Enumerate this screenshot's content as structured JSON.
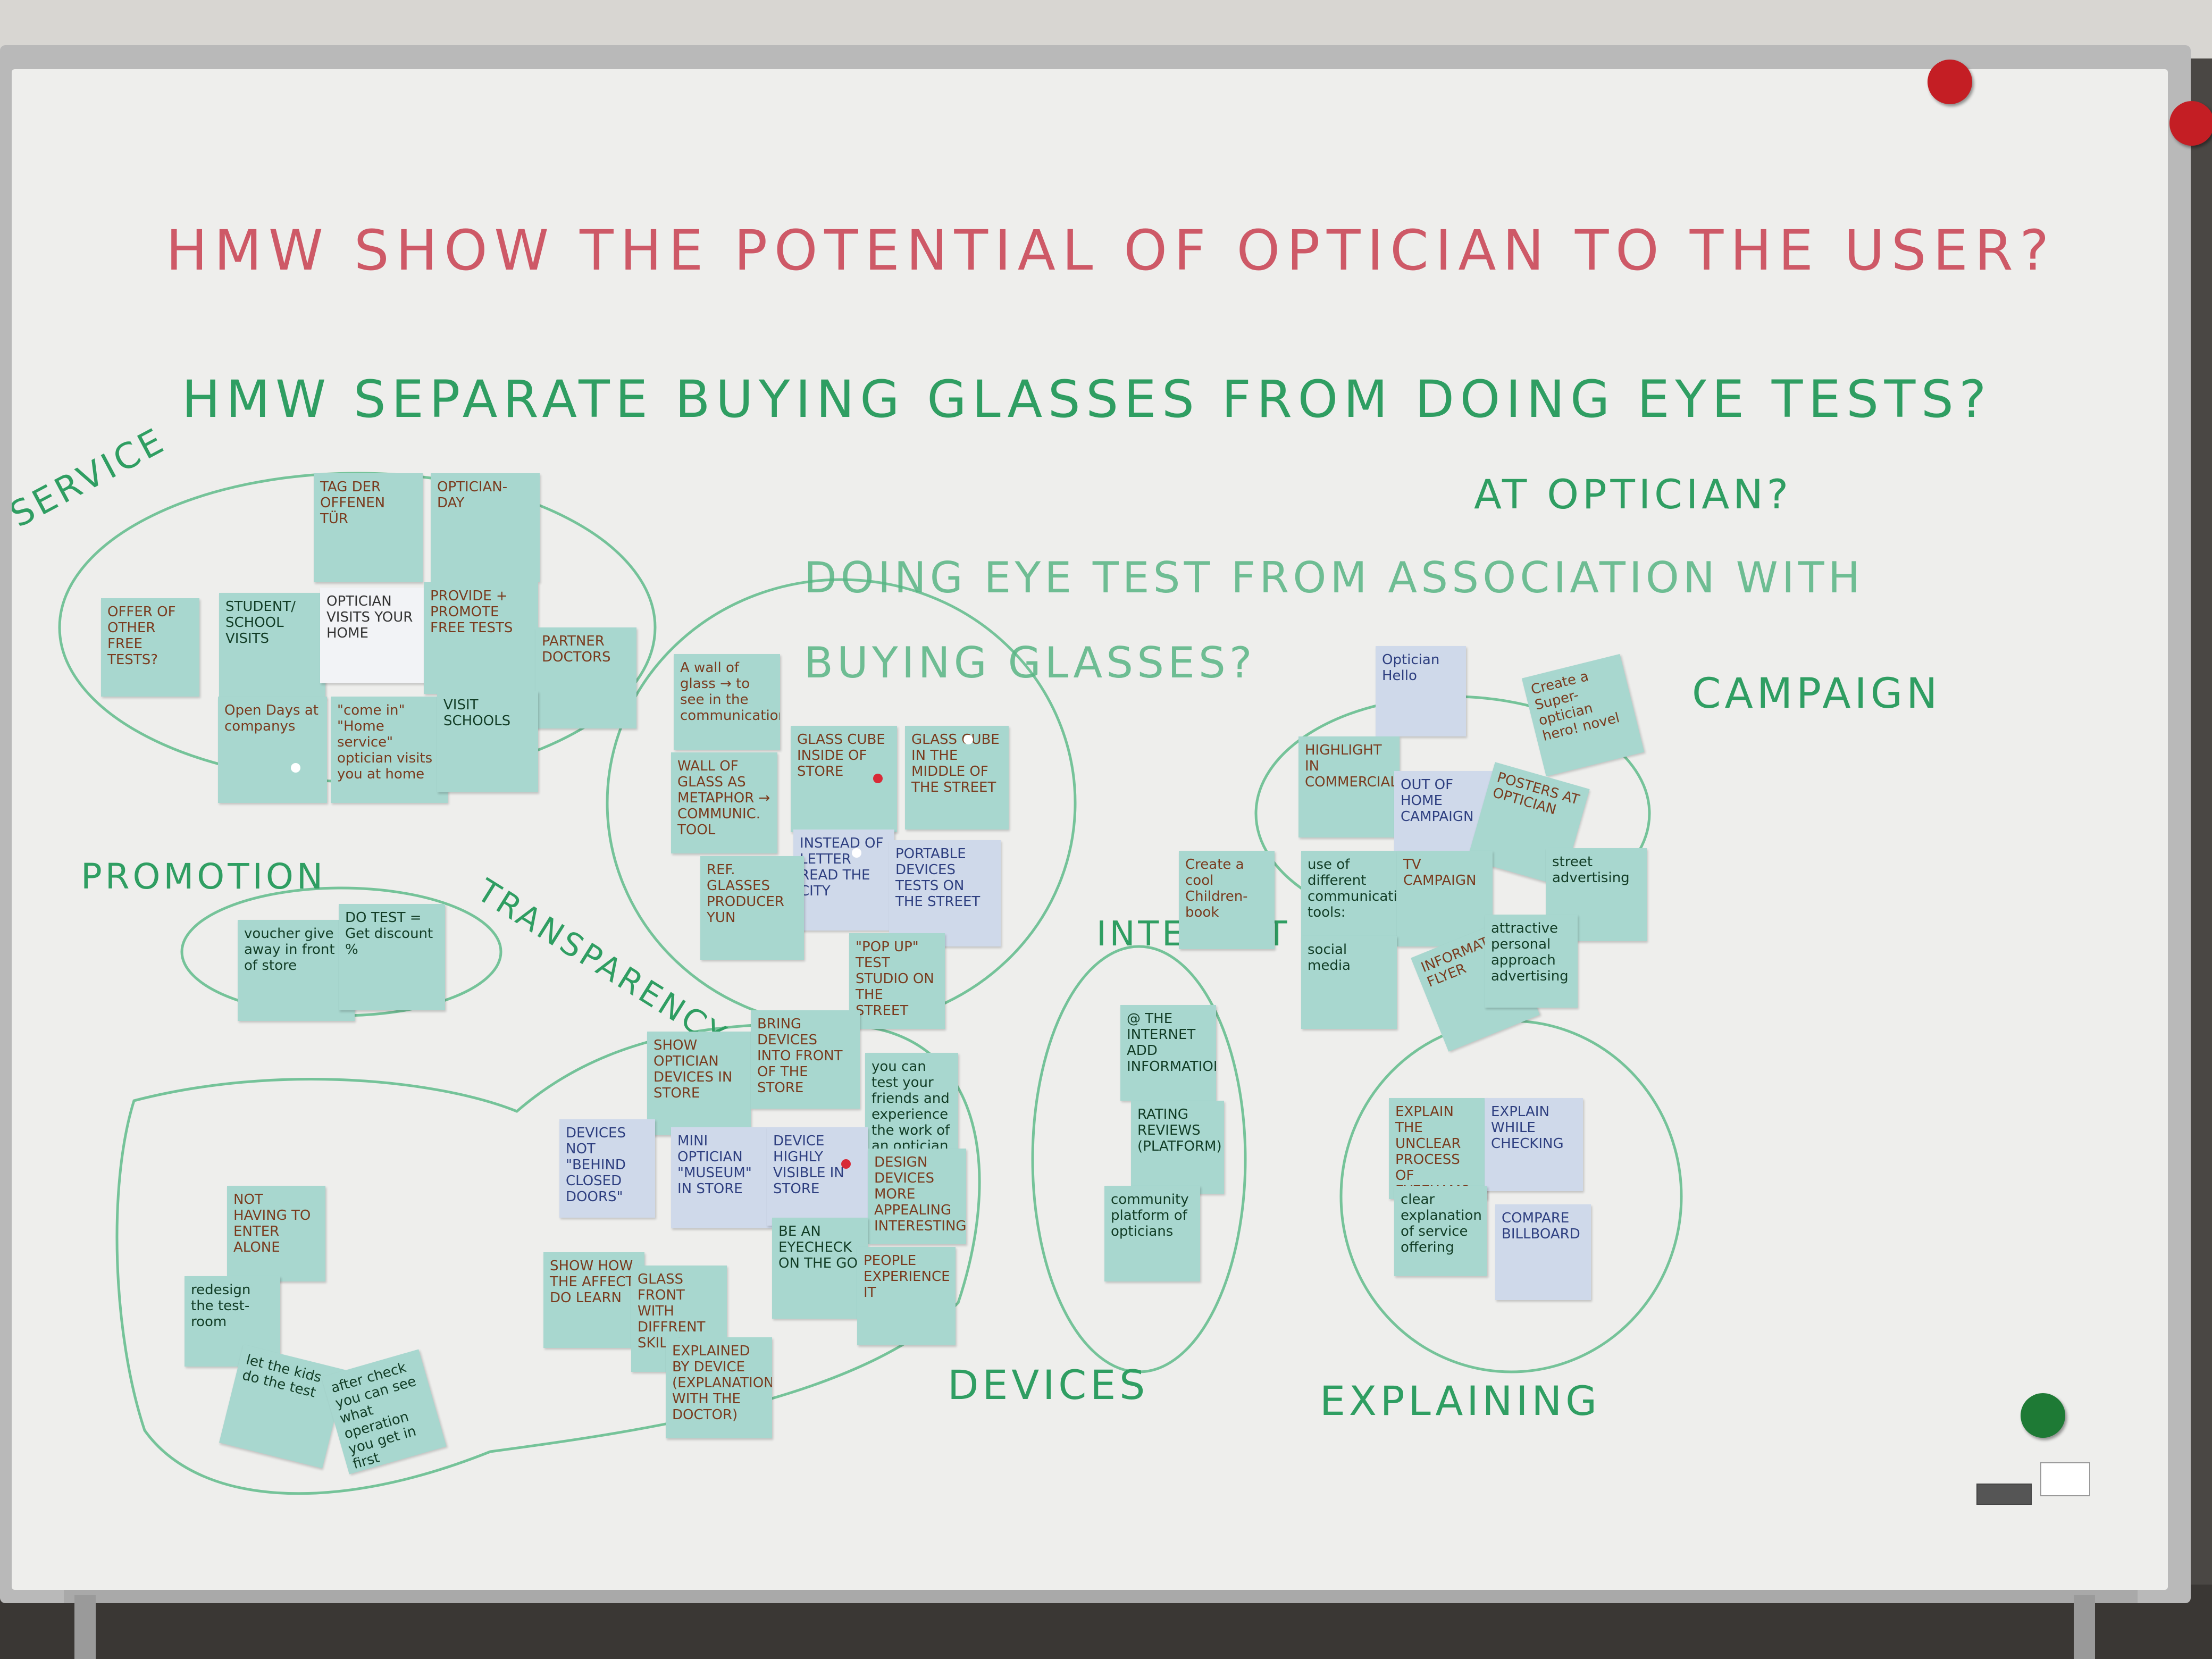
{
  "colors": {
    "red_marker": "#c8394a",
    "green_marker": "#2f9e62",
    "sticky_green": "#a8d7cf",
    "sticky_blue": "#cfd9ea",
    "board": "#eeeeec"
  },
  "headings": {
    "hmw1": "HMW SHOW THE POTENTIAL OF OPTICIAN TO THE USER?",
    "hmw2": "HMW SEPARATE BUYING GLASSES FROM DOING EYE TESTS?",
    "hmw2_cont": "AT OPTICIAN?",
    "subq_line1": "DOING EYE TEST FROM ASSOCIATION WITH",
    "subq_line2": "BUYING GLASSES?"
  },
  "clusters": {
    "service": "SERVICE",
    "promotion": "PROMOTION",
    "transparency": "TRANSPARENCY",
    "campaign": "CAMPAIGN",
    "internet": "INTERNET",
    "devices": "DEVICES",
    "explaining": "EXPLAINING"
  },
  "notes": {
    "tag_der_offenen_tur": "TAG DER OFFENEN TÜR",
    "optician_day": "OPTICIAN-DAY",
    "offer_other_free_tests": "OFFER OF OTHER FREE TESTS?",
    "student_school_visits": "STUDENT/ SCHOOL VISITS",
    "optician_visits_your_home": "OPTICIAN VISITS YOUR HOME",
    "provide_promote_free_tests": "PROVIDE + PROMOTE FREE TESTS",
    "partner_doctors": "PARTNER DOCTORS",
    "open_days_at_companys": "Open Days at companys",
    "come_in_home_service": "\"come in\" \"Home service\" optician visits you at home",
    "visit_schools": "VISIT SCHOOLS",
    "voucher_give_away": "voucher give away in front of store",
    "do_test_get_discount": "DO TEST = Get discount %",
    "wall_of_glass": "A wall of glass → to see in the communication",
    "glass_cube_inside_store": "GLASS CUBE INSIDE OF STORE",
    "glass_cube_middle_street": "GLASS CUBE IN THE MIDDLE OF THE STREET",
    "wall_of_glass_metaphor": "WALL OF GLASS AS METAPHOR → COMMUNIC. TOOL",
    "instead_of_letter_read_city": "INSTEAD OF LETTER READ THE CITY",
    "portable_devices_tests": "PORTABLE DEVICES TESTS ON THE STREET",
    "ref_glasses_producer": "REF. GLASSES PRODUCER YUN",
    "pop_up_test_studio": "\"POP UP\" TEST STUDIO ON THE STREET",
    "optician_hello": "Optician Hello",
    "create_super_optician_hero": "Create a Super-optician hero! novel",
    "highlight_in_commercial": "HIGHLIGHT IN COMMERCIAL",
    "out_of_home_campaign": "OUT OF HOME CAMPAIGN",
    "posters_at_optician": "POSTERS AT OPTICIAN",
    "create_cool_children_book": "Create a cool Children-book",
    "use_of_different_tools": "use of different communication tools:",
    "tv_campaign": "TV CAMPAIGN",
    "street_advertising": "street advertising",
    "social_media": "social media",
    "information_flyer": "INFORMATION FLYER",
    "attractive_personal_approach": "attractive personal approach advertising",
    "at_the_internet": "@ THE INTERNET add information",
    "rating_reviews": "RATING REVIEWS (PLATFORM)",
    "community_platform": "community platform of opticians",
    "explain_unclear_process": "EXPLAIN THE UNCLEAR PROCESS OF EYEEXAMS WITH RECIPES",
    "explain_while_checking": "EXPLAIN WHILE CHECKING",
    "clear_explanation": "clear explanation of service offering",
    "compare_billboard": "COMPARE BILLBOARD",
    "show_optician_devices": "SHOW OPTICIAN DEVICES IN STORE",
    "bring_devices_front": "BRING DEVICES INTO FRONT OF THE STORE",
    "you_can_test_friends": "you can test your friends and experience the work of an optician",
    "devices_not_behind": "DEVICES NOT \"BEHIND CLOSED DOORS\"",
    "mini_optician_museum": "MINI OPTICIAN \"MUSEUM\" IN STORE",
    "device_highly_visible": "DEVICE HIGHLY VISIBLE IN STORE",
    "design_devices_appealing": "DESIGN DEVICES MORE APPEALING INTERESTING",
    "be_an_eyecheck_go": "BE AN EYECHECK ON THE GO",
    "people_experience_it": "PEOPLE EXPERIENCE IT",
    "show_how_the_affect": "SHOW HOW THE AFFECT DO LEARN",
    "glass_front_skills": "GLASS FRONT WITH DIFFRENT SKILLS",
    "explained_by_device": "EXPLAINED BY DEVICE (EXPLANATION WITH THE DOCTOR)",
    "not_having_to_enter_alone": "NOT HAVING TO ENTER ALONE",
    "redesign_the_test": "redesign the test-room",
    "let_the_kids": "let the kids do the test",
    "after_check": "after check you can see what operation you get in first"
  }
}
